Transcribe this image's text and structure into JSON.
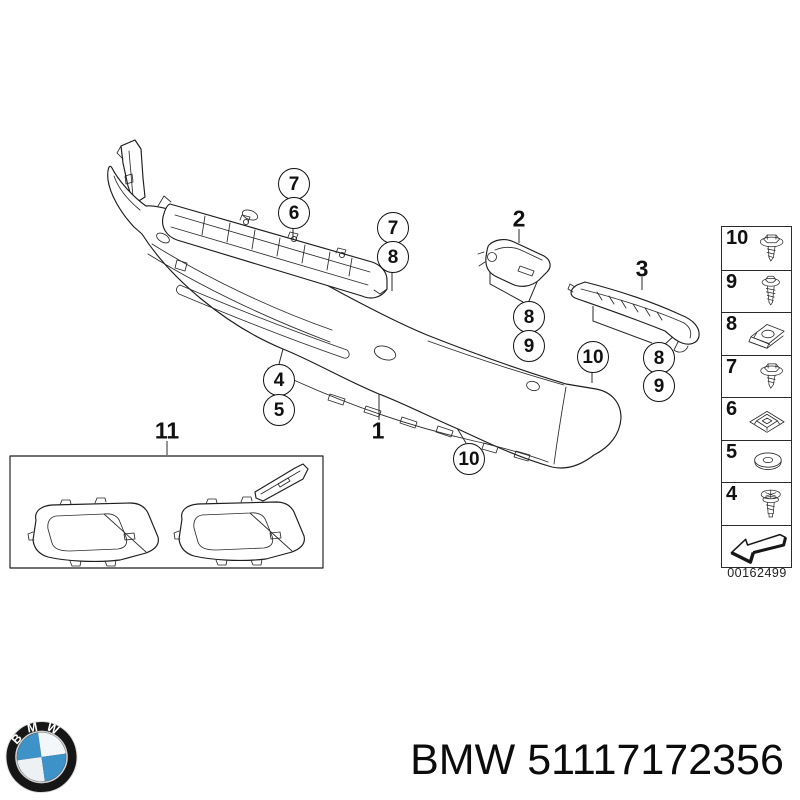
{
  "diagram": {
    "callouts": [
      {
        "id": "7a",
        "label": "7",
        "circled": true
      },
      {
        "id": "6",
        "label": "6",
        "circled": true
      },
      {
        "id": "7b",
        "label": "7",
        "circled": true
      },
      {
        "id": "8a",
        "label": "8",
        "circled": true
      },
      {
        "id": "2",
        "label": "2",
        "circled": false
      },
      {
        "id": "8b",
        "label": "8",
        "circled": true
      },
      {
        "id": "9a",
        "label": "9",
        "circled": true
      },
      {
        "id": "3",
        "label": "3",
        "circled": false
      },
      {
        "id": "10a",
        "label": "10",
        "circled": true
      },
      {
        "id": "8c",
        "label": "8",
        "circled": true
      },
      {
        "id": "9b",
        "label": "9",
        "circled": true
      },
      {
        "id": "4",
        "label": "4",
        "circled": true
      },
      {
        "id": "5",
        "label": "5",
        "circled": true
      },
      {
        "id": "1",
        "label": "1",
        "circled": false
      },
      {
        "id": "10b",
        "label": "10",
        "circled": true
      },
      {
        "id": "11",
        "label": "11",
        "circled": false
      }
    ],
    "legend": {
      "rows": [
        {
          "number": "10",
          "icon": "hex-flange-screw-icon"
        },
        {
          "number": "9",
          "icon": "round-flange-screw-icon"
        },
        {
          "number": "8",
          "icon": "clip-nut-icon"
        },
        {
          "number": "7",
          "icon": "hex-flange-screw-icon"
        },
        {
          "number": "6",
          "icon": "cage-nut-icon"
        },
        {
          "number": "5",
          "icon": "washer-icon"
        },
        {
          "number": "4",
          "icon": "pan-head-screw-icon"
        },
        {
          "number": "",
          "icon": "direction-arrow-icon"
        }
      ],
      "code": "00162499"
    }
  },
  "footer": {
    "logo_letters": "BMW",
    "brand": "BMW",
    "part_number": "51117172356",
    "roundel_blue": "#3d92c8",
    "roundel_black": "#161616"
  }
}
